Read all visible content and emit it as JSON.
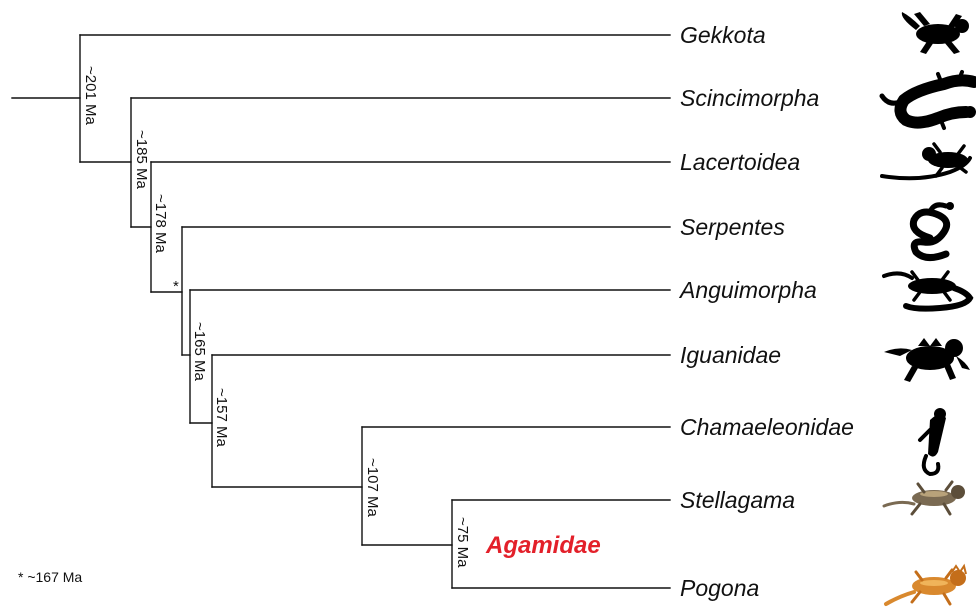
{
  "taxa": {
    "gekkota": "Gekkota",
    "scincimorpha": "Scincimorpha",
    "lacertoidea": "Lacertoidea",
    "serpentes": "Serpentes",
    "anguimorpha": "Anguimorpha",
    "iguanidae": "Iguanidae",
    "chamaeleonidae": "Chamaeleonidae",
    "stellagama": "Stellagama",
    "pogona": "Pogona"
  },
  "node_ages": {
    "root": "~201 Ma",
    "n2": "~185 Ma",
    "n3": "~178 Ma",
    "n4_marker": "*",
    "n5": "~165 Ma",
    "n6": "~157 Ma",
    "n7": "~107 Ma",
    "n8": "~75 Ma"
  },
  "highlight": {
    "label": "Agamidae",
    "color": "#e3202a"
  },
  "footnote": "* ~167 Ma",
  "icons": {
    "gekkota": "gecko-silhouette-icon",
    "scincimorpha": "skink-silhouette-icon",
    "lacertoidea": "lacertid-silhouette-icon",
    "serpentes": "snake-silhouette-icon",
    "anguimorpha": "monitor-lizard-silhouette-icon",
    "iguanidae": "iguana-silhouette-icon",
    "chamaeleonidae": "chameleon-silhouette-icon",
    "stellagama": "stellagama-photo-icon",
    "pogona": "bearded-dragon-photo-icon"
  },
  "colors": {
    "stellagama_photo": "#7a6a52",
    "pogona_photo": "#d9892e"
  }
}
